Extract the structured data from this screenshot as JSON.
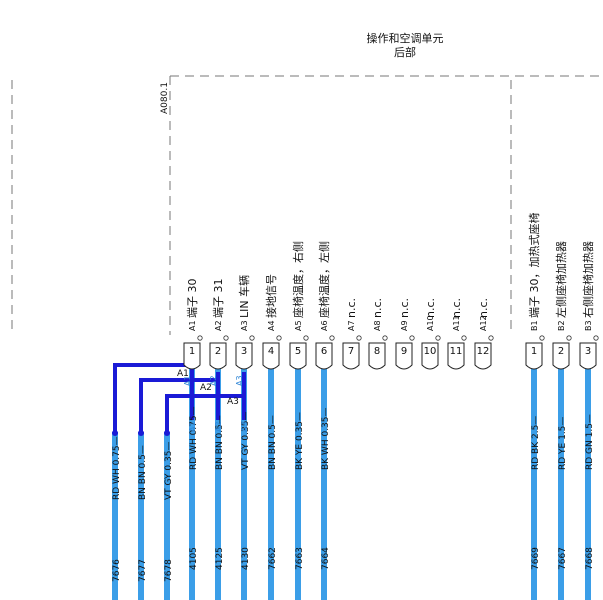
{
  "header": {
    "title_line1": "操作和空调单元",
    "title_line2": "后部"
  },
  "unit_code": "A080.1",
  "pins_a": [
    {
      "id": "A1",
      "num": "1",
      "desc": "端子 30",
      "wire": "RD WH 0.75",
      "code": "4105"
    },
    {
      "id": "A2",
      "num": "2",
      "desc": "端子 31",
      "wire": "BN BN 0.5",
      "code": "4125"
    },
    {
      "id": "A3",
      "num": "3",
      "desc": "LIN 车辆",
      "wire": "VT GY 0.35",
      "code": "4130"
    },
    {
      "id": "A4",
      "num": "4",
      "desc": "接地信号",
      "wire": "BN BN 0.5",
      "code": "7662"
    },
    {
      "id": "A5",
      "num": "5",
      "desc": "座椅温度，右侧",
      "wire": "BK YE 0.35",
      "code": "7663"
    },
    {
      "id": "A6",
      "num": "6",
      "desc": "座椅温度，左侧",
      "wire": "BK WH 0.35",
      "code": "7664"
    },
    {
      "id": "A7",
      "num": "7",
      "desc": "n.c."
    },
    {
      "id": "A8",
      "num": "8",
      "desc": "n.c."
    },
    {
      "id": "A9",
      "num": "9",
      "desc": "n.c."
    },
    {
      "id": "A10",
      "num": "10",
      "desc": "n.c."
    },
    {
      "id": "A11",
      "num": "11",
      "desc": "n.c."
    },
    {
      "id": "A12",
      "num": "12",
      "desc": "n.c."
    }
  ],
  "pins_b": [
    {
      "id": "B1",
      "num": "1",
      "desc": "端子 30，加热式座椅",
      "wire": "RD BK 2.5",
      "code": "7669"
    },
    {
      "id": "B2",
      "num": "2",
      "desc": "左侧座椅加热器",
      "wire": "RD YE 1.5",
      "code": "7667"
    },
    {
      "id": "B3",
      "num": "3",
      "desc": "右侧座椅加热器",
      "wire": "RD GN 1.5",
      "code": "7668"
    }
  ],
  "splices": [
    {
      "label": "A1",
      "near": "A1"
    },
    {
      "label": "A2",
      "near": "A2"
    },
    {
      "label": "A3",
      "near": "A3"
    }
  ],
  "splice_wire_labels": [
    "A1",
    "A2",
    "A3"
  ],
  "extra_wires": [
    {
      "wire": "RD WH 0.75",
      "code": "7676"
    },
    {
      "wire": "BN BN 0.5",
      "code": "7677"
    },
    {
      "wire": "VT GY 0.35",
      "code": "7678"
    }
  ],
  "colors": {
    "wire_blue": "#3b9ee8",
    "bus_blue": "#1a1ad6",
    "dash": "#777777",
    "label_blue": "#2f86d6"
  }
}
